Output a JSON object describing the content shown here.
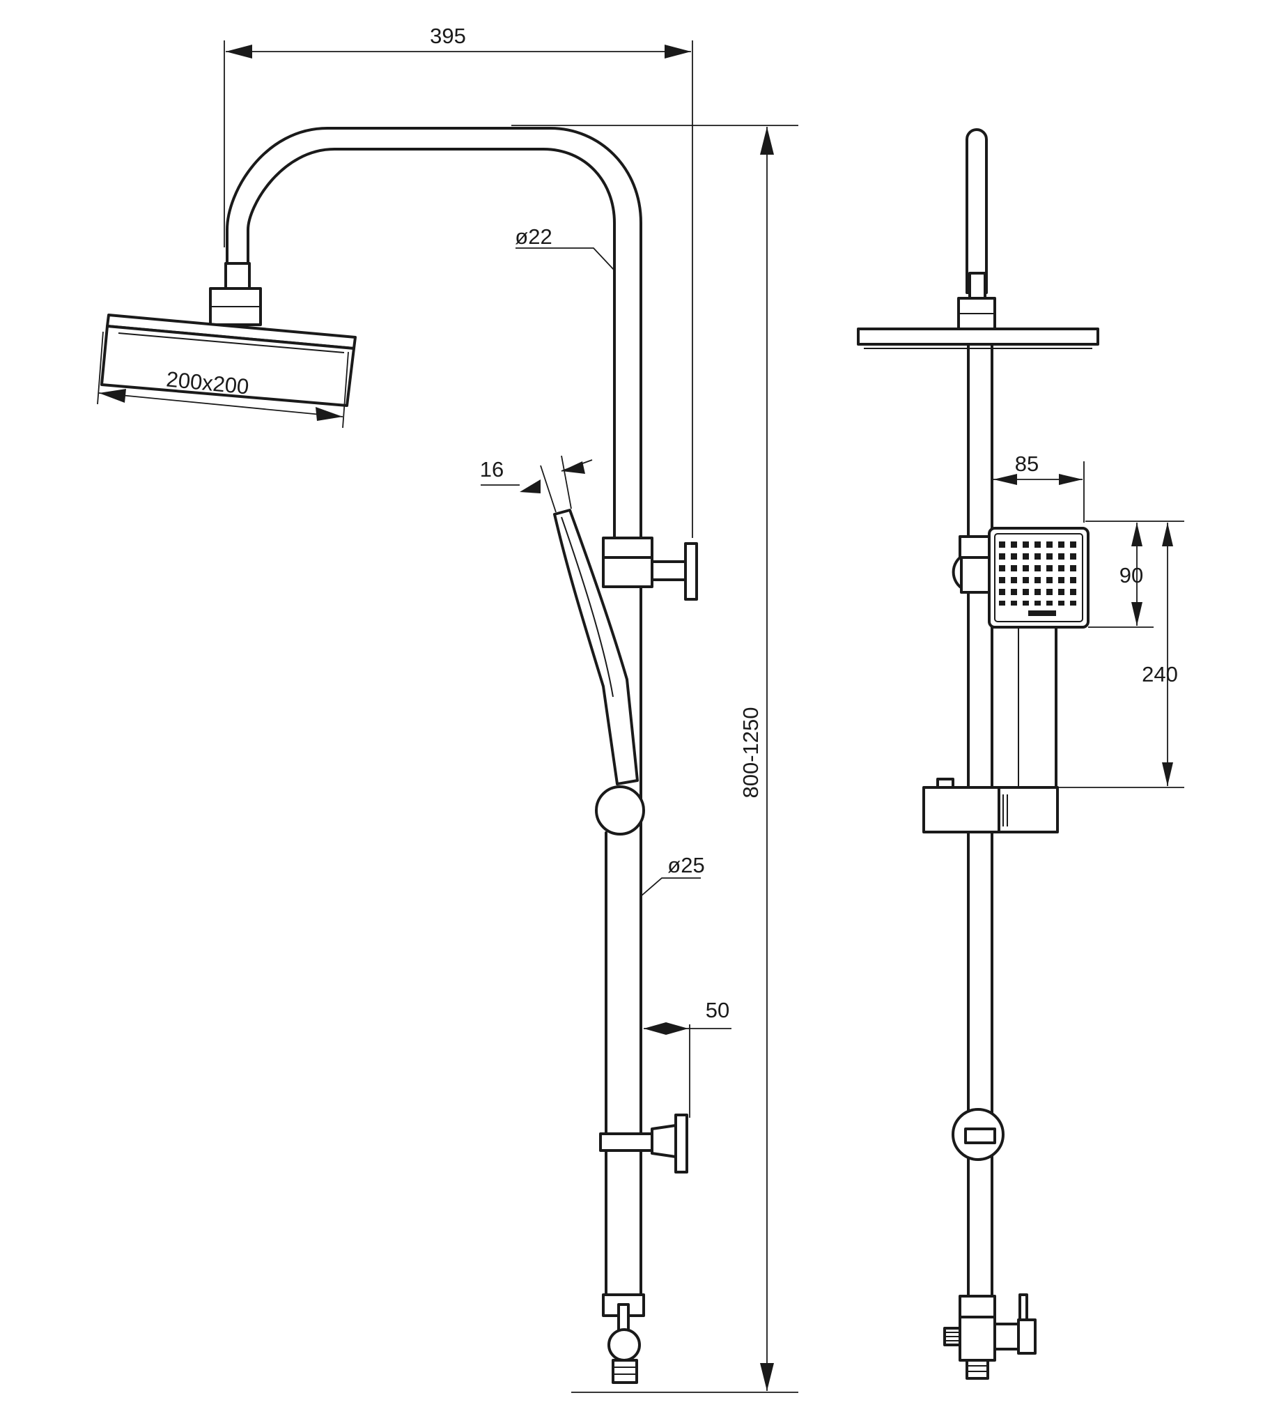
{
  "dimensions": {
    "d395": "395",
    "d_head": "200x200",
    "d_22": "ø22",
    "d_16": "16",
    "d_height": "800-1250",
    "d_25": "ø25",
    "d_50": "50",
    "d_85": "85",
    "d_90": "90",
    "d_240": "240"
  }
}
